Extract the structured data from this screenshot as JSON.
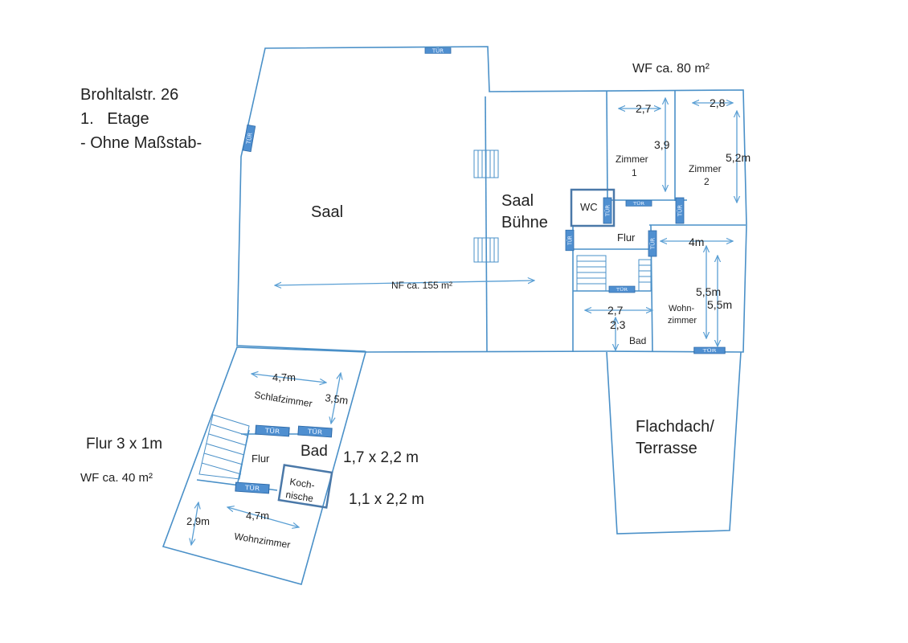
{
  "header": {
    "address": "Brohltalstr. 26",
    "floor": "1.   Etage",
    "scale_note": "- Ohne Maßstab-"
  },
  "upper": {
    "area_note": "WF ca. 80 m²",
    "hall": "Saal",
    "stage_line1": "Saal",
    "stage_line2": "Bühne",
    "hall_area": "NF ca. 155 m²",
    "room1_label": "Zimmer",
    "room1_num": "1",
    "room2_label": "Zimmer",
    "room2_num": "2",
    "wc": "WC",
    "hallway": "Flur",
    "living1": "Wohn-",
    "living2": "zimmer",
    "bath": "Bad",
    "dim_room1_w": "2,7",
    "dim_room1_h": "3,9",
    "dim_room2_w": "2,8",
    "dim_room2_h": "5,2m",
    "dim_living_w": "4m",
    "dim_living_h1": "5,5m",
    "dim_living_h2": "5,5m",
    "dim_bath_w": "2,7",
    "dim_bath_h": "2,3"
  },
  "terrace": {
    "line1": "Flachdach/",
    "line2": "Terrasse"
  },
  "lower": {
    "area_note": "WF ca. 40 m²",
    "hallway_dim": "Flur 3 x 1m",
    "bedroom": "Schlafzimmer",
    "dim_bedroom_w": "4,7m",
    "dim_bedroom_h": "3,5m",
    "bath": "Bad",
    "bath_dim": "1,7 x 2,2 m",
    "hallway": "Flur",
    "kitchen1": "Koch-",
    "kitchen2": "nische",
    "kitchen_dim": "1,1 x 2,2 m",
    "living": "Wohnzimmer",
    "dim_living_w": "4,7m",
    "dim_living_h": "2,9m"
  },
  "door_label": "TÜR",
  "colors": {
    "wall": "#4a90c8",
    "door": "#4f8fd0"
  }
}
